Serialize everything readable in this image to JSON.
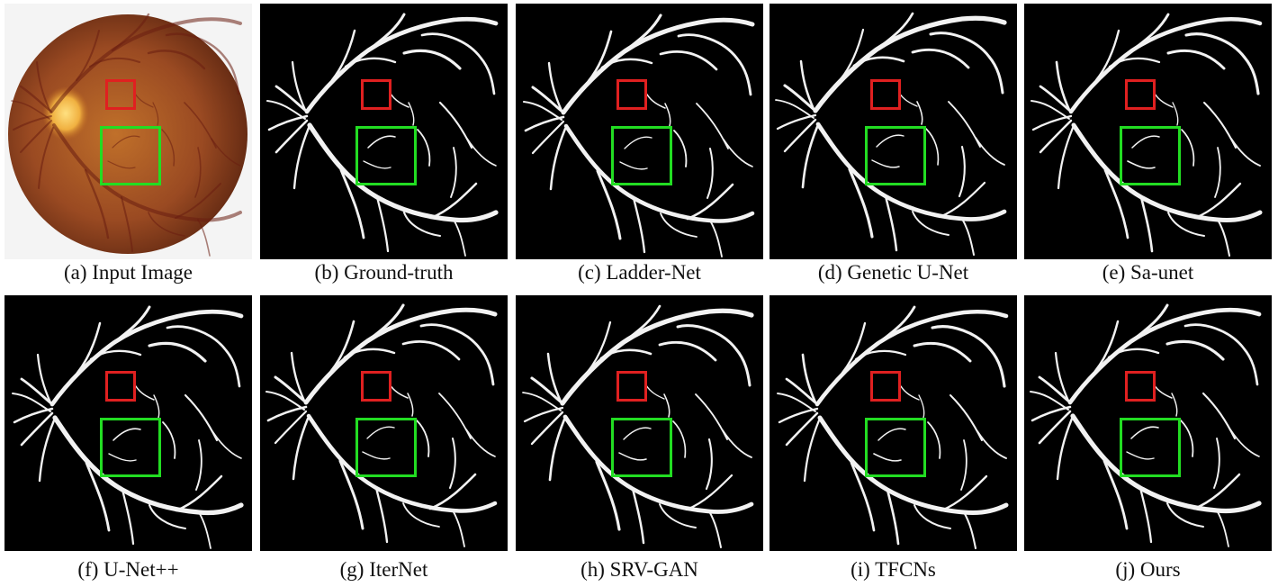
{
  "colors": {
    "red_box": "#e02020",
    "green_box": "#22dd22",
    "vessel": "#f2f2f2",
    "background": "#000000",
    "fundus_base": "#9a4a22",
    "optic_disc": "#f0b040"
  },
  "icons": {
    "fundus": "fundus-photo-icon",
    "vessel_map": "vessel-segmentation-icon"
  },
  "panels": [
    {
      "id": "a",
      "caption": "(a) Input Image",
      "kind": "fundus"
    },
    {
      "id": "b",
      "caption": "(b) Ground-truth",
      "kind": "vessel"
    },
    {
      "id": "c",
      "caption": "(c) Ladder-Net",
      "kind": "vessel"
    },
    {
      "id": "d",
      "caption": "(d) Genetic U-Net",
      "kind": "vessel"
    },
    {
      "id": "e",
      "caption": "(e) Sa-unet",
      "kind": "vessel"
    },
    {
      "id": "f",
      "caption": "(f) U-Net++",
      "kind": "vessel"
    },
    {
      "id": "g",
      "caption": "(g) IterNet",
      "kind": "vessel"
    },
    {
      "id": "h",
      "caption": "(h) SRV-GAN",
      "kind": "vessel"
    },
    {
      "id": "i",
      "caption": "(i) TFCNs",
      "kind": "vessel"
    },
    {
      "id": "j",
      "caption": "(j) Ours",
      "kind": "vessel"
    }
  ]
}
